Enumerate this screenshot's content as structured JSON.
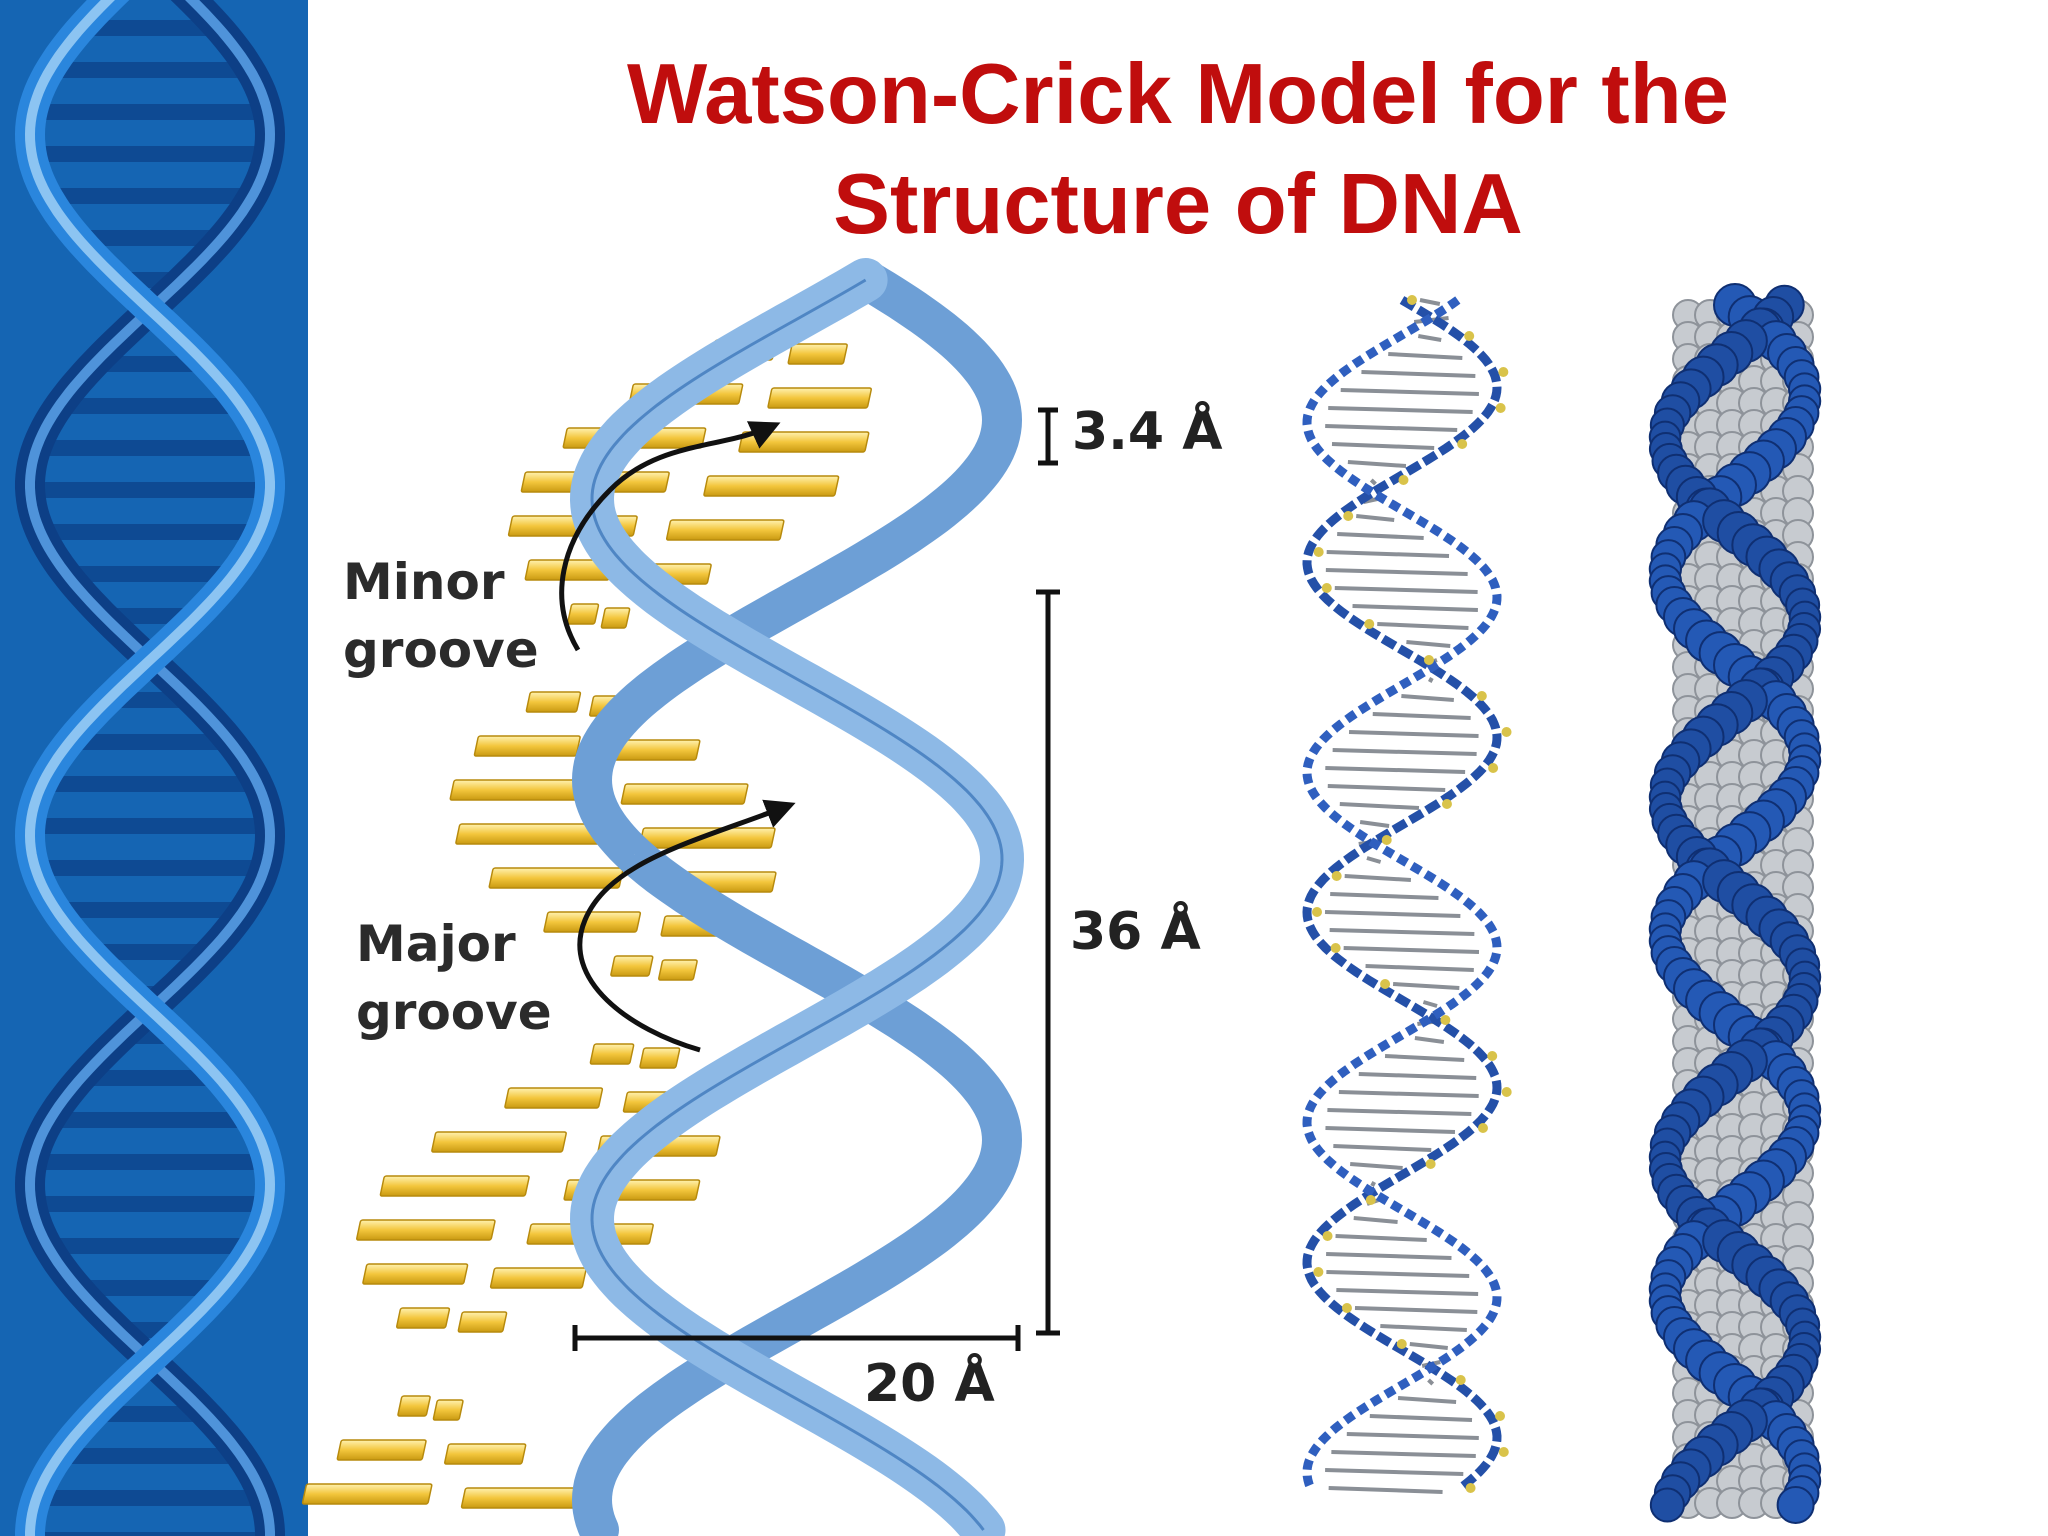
{
  "slide": {
    "title_line1": "Watson-Crick Model for the",
    "title_line2": "Structure of DNA"
  },
  "labels": {
    "minor_line1": "Minor",
    "minor_line2": "groove",
    "major_line1": "Major",
    "major_line2": "groove",
    "rise": "3.4 Å",
    "pitch": "36 Å",
    "width": "20 Å"
  },
  "colors": {
    "title": "#c00d0d",
    "sidebar": "#1565b3",
    "backbone": "#79a9dc",
    "base_pair": "#f0c23a",
    "atom_blue": "#1f4ea3",
    "atom_grey": "#c9cdd2"
  }
}
